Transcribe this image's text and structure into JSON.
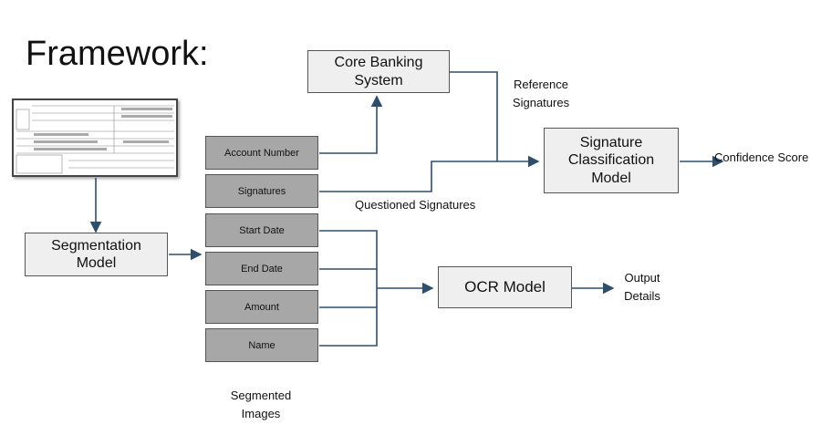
{
  "title": "Framework:",
  "nodes": {
    "core_banking": "Core Banking\nSystem",
    "signature_model": "Signature\nClassification\nModel",
    "segmentation_model": "Segmentation\nModel",
    "ocr_model": "OCR Model"
  },
  "segments": [
    "Account Number",
    "Signatures",
    "Start Date",
    "End Date",
    "Amount",
    "Name"
  ],
  "labels": {
    "reference_signatures": "Reference\nSignatures",
    "questioned_signatures": "Questioned Signatures",
    "confidence_score": "Confidence Score",
    "output_details": "Output\nDetails",
    "segmented_images": "Segmented\nImages"
  },
  "colors": {
    "connector": "#2e4e6e",
    "segment_fill": "#a7a7a7",
    "box_fill": "#efefef"
  }
}
